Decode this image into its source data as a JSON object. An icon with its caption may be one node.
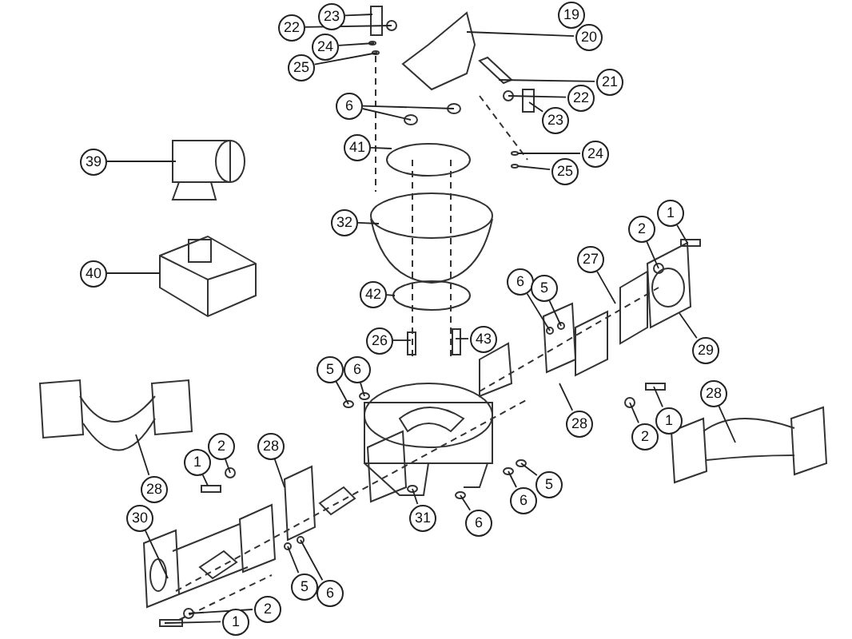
{
  "diagram": {
    "nodes": [
      {
        "text": [
          "23"
        ]
      },
      {
        "text": [
          "22"
        ]
      },
      {
        "text": [
          "24"
        ]
      },
      {
        "text": [
          "25"
        ]
      },
      {
        "text": [
          "20"
        ]
      },
      {
        "text": [
          "21"
        ]
      },
      {
        "text": [
          "22"
        ]
      },
      {
        "text": [
          "23"
        ]
      },
      {
        "text": [
          "24"
        ]
      },
      {
        "text": [
          "25"
        ]
      },
      {
        "text": [
          "6"
        ]
      },
      {
        "text": [
          "41"
        ]
      },
      {
        "text": [
          "39"
        ]
      },
      {
        "text": [
          "32"
        ]
      },
      {
        "text": [
          "40"
        ]
      },
      {
        "text": [
          "42"
        ]
      },
      {
        "text": [
          "26"
        ]
      },
      {
        "text": [
          "43"
        ]
      },
      {
        "text": [
          "5"
        ]
      },
      {
        "text": [
          "6"
        ]
      },
      {
        "text": [
          "1"
        ]
      },
      {
        "text": [
          "2"
        ]
      },
      {
        "text": [
          "27"
        ]
      },
      {
        "text": [
          "6"
        ]
      },
      {
        "text": [
          "5"
        ]
      },
      {
        "text": [
          "29"
        ]
      },
      {
        "text": [
          "28"
        ]
      },
      {
        "text": [
          "2"
        ]
      },
      {
        "text": [
          "1"
        ]
      },
      {
        "text": [
          "28"
        ]
      },
      {
        "text": [
          "28"
        ]
      },
      {
        "text": [
          "1"
        ]
      },
      {
        "text": [
          "2"
        ]
      },
      {
        "text": [
          "28"
        ]
      },
      {
        "text": [
          "30"
        ]
      },
      {
        "text": [
          "5"
        ]
      },
      {
        "text": [
          "6"
        ]
      },
      {
        "text": [
          "31"
        ]
      },
      {
        "text": [
          "6"
        ]
      },
      {
        "text": [
          "5"
        ]
      },
      {
        "text": [
          "6"
        ]
      },
      {
        "text": [
          "2"
        ]
      },
      {
        "text": [
          "1"
        ]
      },
      {
        "text": [
          "19"
        ]
      }
    ],
    "edges": [
      {
        "from": 0,
        "to": null,
        "arrow": "none"
      },
      {
        "from": 1,
        "to": null,
        "arrow": "none"
      },
      {
        "from": 2,
        "to": null,
        "arrow": "none"
      },
      {
        "from": 3,
        "to": null,
        "arrow": "none"
      },
      {
        "from": 4,
        "to": null,
        "arrow": "none"
      },
      {
        "from": 5,
        "to": null,
        "arrow": "none"
      },
      {
        "from": 6,
        "to": null,
        "arrow": "none"
      },
      {
        "from": 7,
        "to": null,
        "arrow": "none"
      },
      {
        "from": 8,
        "to": null,
        "arrow": "none"
      },
      {
        "from": 9,
        "to": null,
        "arrow": "none"
      },
      {
        "from": 10,
        "to": null,
        "arrow": "none"
      },
      {
        "from": 10,
        "to": null,
        "arrow": "none"
      },
      {
        "from": 11,
        "to": null,
        "arrow": "none"
      },
      {
        "from": 12,
        "to": null,
        "arrow": "none"
      },
      {
        "from": 13,
        "to": null,
        "arrow": "none"
      },
      {
        "from": 14,
        "to": null,
        "arrow": "none"
      },
      {
        "from": 15,
        "to": null,
        "arrow": "none"
      },
      {
        "from": 16,
        "to": null,
        "arrow": "none"
      },
      {
        "from": 17,
        "to": null,
        "arrow": "none"
      },
      {
        "from": 18,
        "to": null,
        "arrow": "none"
      },
      {
        "from": 19,
        "to": null,
        "arrow": "none"
      },
      {
        "from": 20,
        "to": null,
        "arrow": "none"
      },
      {
        "from": 21,
        "to": null,
        "arrow": "none"
      },
      {
        "from": 22,
        "to": null,
        "arrow": "none"
      },
      {
        "from": 23,
        "to": null,
        "arrow": "none"
      },
      {
        "from": 24,
        "to": null,
        "arrow": "none"
      },
      {
        "from": 25,
        "to": null,
        "arrow": "none"
      },
      {
        "from": 26,
        "to": null,
        "arrow": "none"
      },
      {
        "from": 27,
        "to": null,
        "arrow": "none"
      },
      {
        "from": 28,
        "to": null,
        "arrow": "none"
      },
      {
        "from": 29,
        "to": null,
        "arrow": "none"
      },
      {
        "from": 30,
        "to": null,
        "arrow": "none"
      },
      {
        "from": 31,
        "to": null,
        "arrow": "none"
      },
      {
        "from": 32,
        "to": null,
        "arrow": "none"
      },
      {
        "from": 33,
        "to": null,
        "arrow": "none"
      },
      {
        "from": 34,
        "to": null,
        "arrow": "none"
      },
      {
        "from": 35,
        "to": null,
        "arrow": "none"
      },
      {
        "from": 36,
        "to": null,
        "arrow": "none"
      },
      {
        "from": 37,
        "to": null,
        "arrow": "none"
      },
      {
        "from": 38,
        "to": null,
        "arrow": "none"
      },
      {
        "from": 39,
        "to": null,
        "arrow": "none"
      },
      {
        "from": 40,
        "to": null,
        "arrow": "none"
      },
      {
        "from": 41,
        "to": null,
        "arrow": "none"
      },
      {
        "from": 42,
        "to": null,
        "arrow": "none"
      }
    ],
    "labels": []
  }
}
